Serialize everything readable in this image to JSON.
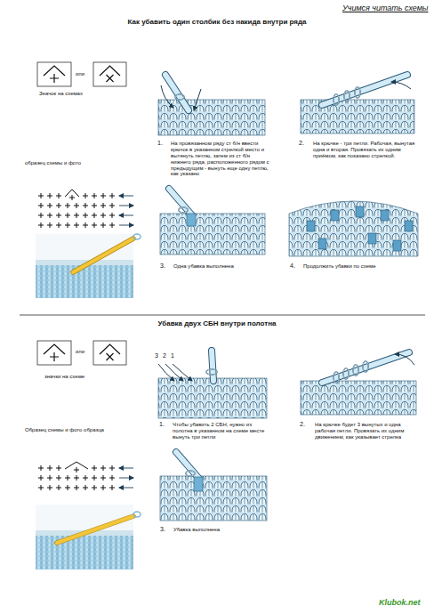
{
  "diagram": {
    "labels": [
      "Учимся читать схемы",
      "Как  убавить один столбик без накида внутри ряда",
      "или",
      "Значок на схемах",
      "образец схемы и фото",
      "1.",
      "На провязанном ряду ст б/н ввести крючок в указанном стрелкой место и вытянуть петлю, затем из ст б/н нижнего ряда, расположенного рядом с предыдущим - вынуть еще одну петлю, как указано",
      "2.",
      "На крючке - три петли. Рабочая, вынутая одна и вторая. Провязать их одним приёмом, как показано стрелкой.",
      "3.",
      "Одна убавка выполнена",
      "4.",
      "Продолжить убавки по схеме",
      "Убавка двух СБН внутри полотна",
      "или",
      "значки на схеме",
      "Образец схемы и фото образца",
      "3",
      "2",
      "1",
      "1.",
      "Чтобы убавить 2 СБН, нужно из полотна в указанном на схеме месте вынуть три петли",
      "2.",
      "На крючке будет 3 вынутых и одна рабочая петли. Провязать их одним движением, как указывает стрелка",
      "3.",
      "Убавка выполнена",
      "Klubok.net"
    ]
  }
}
